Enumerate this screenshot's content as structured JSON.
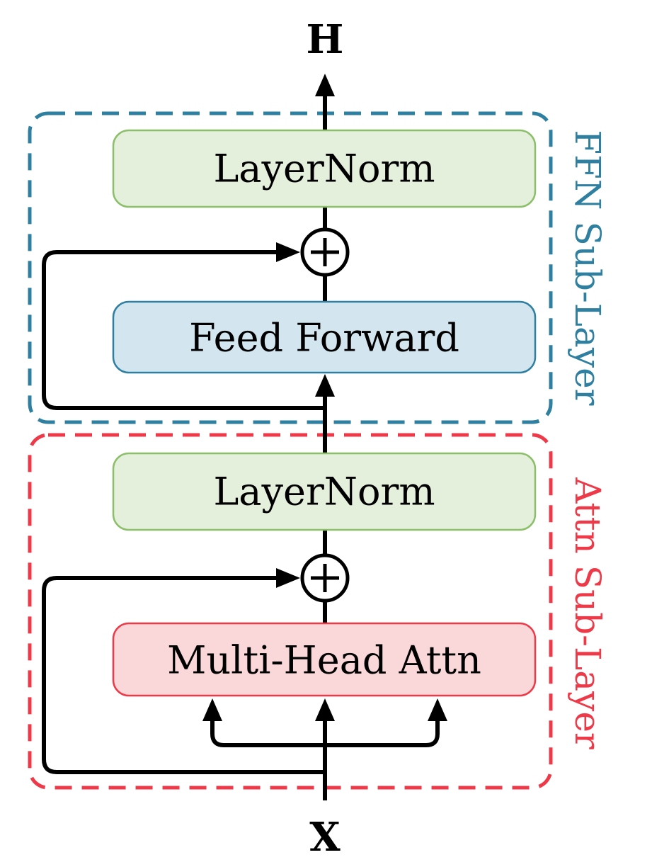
{
  "output_label": "H",
  "input_label": "X",
  "ffn": {
    "label": "FFN Sub-Layer",
    "color": "#2E7FA0",
    "norm_label": "LayerNorm",
    "block_label": "Feed Forward",
    "norm_fill": "#E4F0DC",
    "norm_stroke": "#8CBF6A",
    "block_fill": "#D3E6EF",
    "block_stroke": "#2E7FA0"
  },
  "attn": {
    "label": "Attn Sub-Layer",
    "color": "#EE3A48",
    "norm_label": "LayerNorm",
    "block_label": "Multi-Head Attn",
    "norm_fill": "#E4F0DC",
    "norm_stroke": "#8CBF6A",
    "block_fill": "#FAD7D9",
    "block_stroke": "#EE3A48"
  },
  "add_symbol": "+"
}
